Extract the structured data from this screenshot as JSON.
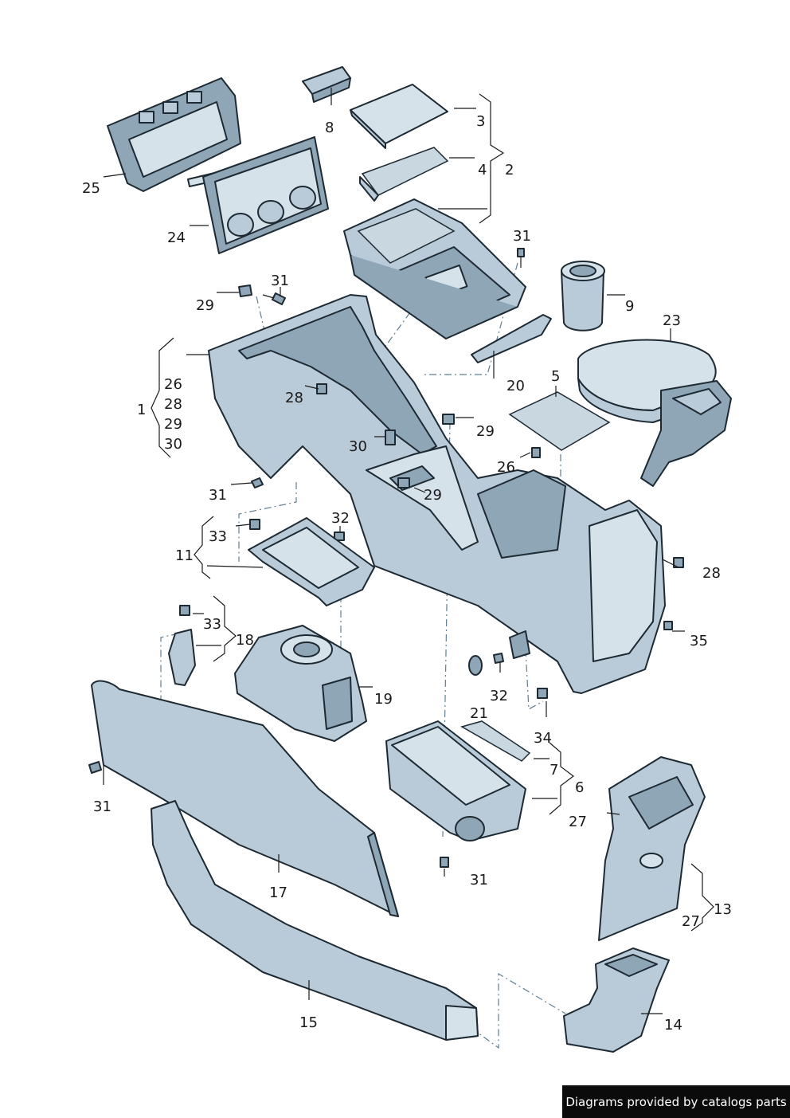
{
  "labels": [
    "1",
    "2",
    "3",
    "4",
    "5",
    "6",
    "7",
    "8",
    "9",
    "11",
    "13",
    "14",
    "15",
    "17",
    "18",
    "19",
    "20",
    "21",
    "23",
    "24",
    "25",
    "26",
    "26",
    "27",
    "27",
    "28",
    "28",
    "28",
    "29",
    "29",
    "29",
    "29",
    "30",
    "30",
    "31",
    "31",
    "31",
    "31",
    "31",
    "31",
    "32",
    "32",
    "33",
    "33",
    "34",
    "35"
  ],
  "footer": "Diagrams provided by catalogs parts"
}
